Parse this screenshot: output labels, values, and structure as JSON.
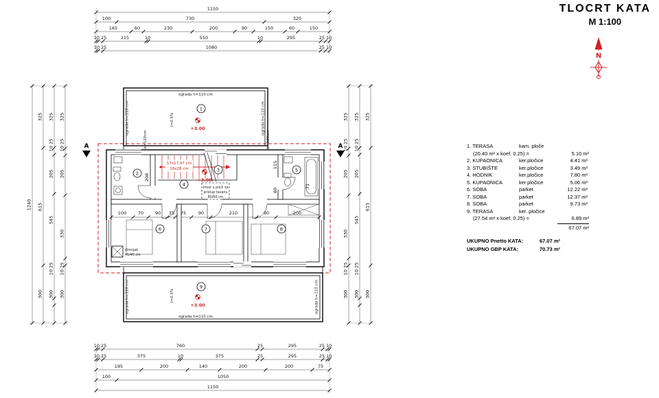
{
  "title": {
    "main": "TLOCRT KATA",
    "scale": "M 1:100"
  },
  "north": {
    "label": "N"
  },
  "legend": {
    "rows": [
      {
        "name": "1. TERASA",
        "material": "kam. ploče",
        "area": "",
        "note": "(20.40 m² x koef. 0.25) =",
        "note_area": "5.10 m²"
      },
      {
        "name": "2. KUPAONICA",
        "material": "ker.pločice",
        "area": "4.41 m²"
      },
      {
        "name": "3. STUBIŠTE",
        "material": "ker.pločice",
        "area": "3.49 m²"
      },
      {
        "name": "4. HODNIK",
        "material": "ker.pločice",
        "area": "7.80 m²"
      },
      {
        "name": "5. KUPAONICA",
        "material": "ker.pločice",
        "area": "5.06 m²"
      },
      {
        "name": "6. SOBA",
        "material": "parket",
        "area": "12.22 m²"
      },
      {
        "name": "7. SOBA",
        "material": "parket",
        "area": "12.37 m²"
      },
      {
        "name": "8. SOBA",
        "material": "parket",
        "area": "9.73 m²"
      },
      {
        "name": "9. TERASA",
        "material": "ker. pločice",
        "area": "",
        "note": "(27.54 m² x koef. 0.25) =",
        "note_area": "6.89 m²"
      }
    ],
    "subtotal": "67.07 m²",
    "totals": [
      {
        "label": "UKUPNO Pnetto KATA:",
        "value": "67.07 m²"
      },
      {
        "label": "UKUPNO GBP KATA:",
        "value": "70.73 m²"
      }
    ]
  },
  "plan": {
    "rooms": [
      "1",
      "2",
      "3",
      "4",
      "5",
      "6",
      "7",
      "8",
      "9"
    ],
    "level": "+3.00",
    "ograda": "ograda h=110 cm",
    "slope": "I=0.5%",
    "railing": "b=120cm",
    "stairs1": "17x17,47 cm",
    "stairs2": "16x28 cm",
    "attic1": "otvor u ploči za",
    "attic2": "pristup tavanu",
    "attic3": "80/60 cm",
    "chimney1": "dimnjak",
    "chimney2": "45/45 cm",
    "section": "A"
  },
  "dims": {
    "top": [
      [
        "1150"
      ],
      [
        "100",
        "730",
        "320"
      ],
      [
        "165",
        "60",
        "230",
        "200",
        "90",
        "150",
        "60",
        "150"
      ],
      [
        "10 25",
        "215",
        "10",
        "550",
        "10",
        "295",
        "25 10"
      ],
      [
        "10 25",
        "1080",
        "25 10"
      ]
    ],
    "bottom": [
      [
        "10 25",
        "760",
        "25",
        "295",
        "25 10"
      ],
      [
        "10 25",
        "375",
        "10",
        "375",
        "25",
        "295",
        "25 10"
      ],
      [
        "195",
        "200",
        "140",
        "200",
        "200",
        "75"
      ],
      [
        "100",
        "1050"
      ],
      [
        "1150"
      ]
    ],
    "left": [
      [
        "1240"
      ],
      [
        "325",
        "615",
        "300"
      ],
      [
        "325",
        "10 25",
        "205",
        "545",
        "10 25",
        "300"
      ],
      [
        "325",
        "10 25",
        "205",
        "330",
        "10 25",
        "300"
      ]
    ],
    "right": [
      [
        "325",
        "10 25",
        "205",
        "330",
        "10 25",
        "300"
      ],
      [
        "325",
        "10 25",
        "205",
        "545",
        "10 25",
        "300"
      ],
      [
        "325",
        "615",
        "300"
      ]
    ],
    "interior": [
      "100",
      "70",
      "90",
      "35",
      "75",
      "90",
      "210",
      "90",
      "200"
    ],
    "small": [
      "115",
      "80",
      "71",
      "208"
    ]
  }
}
